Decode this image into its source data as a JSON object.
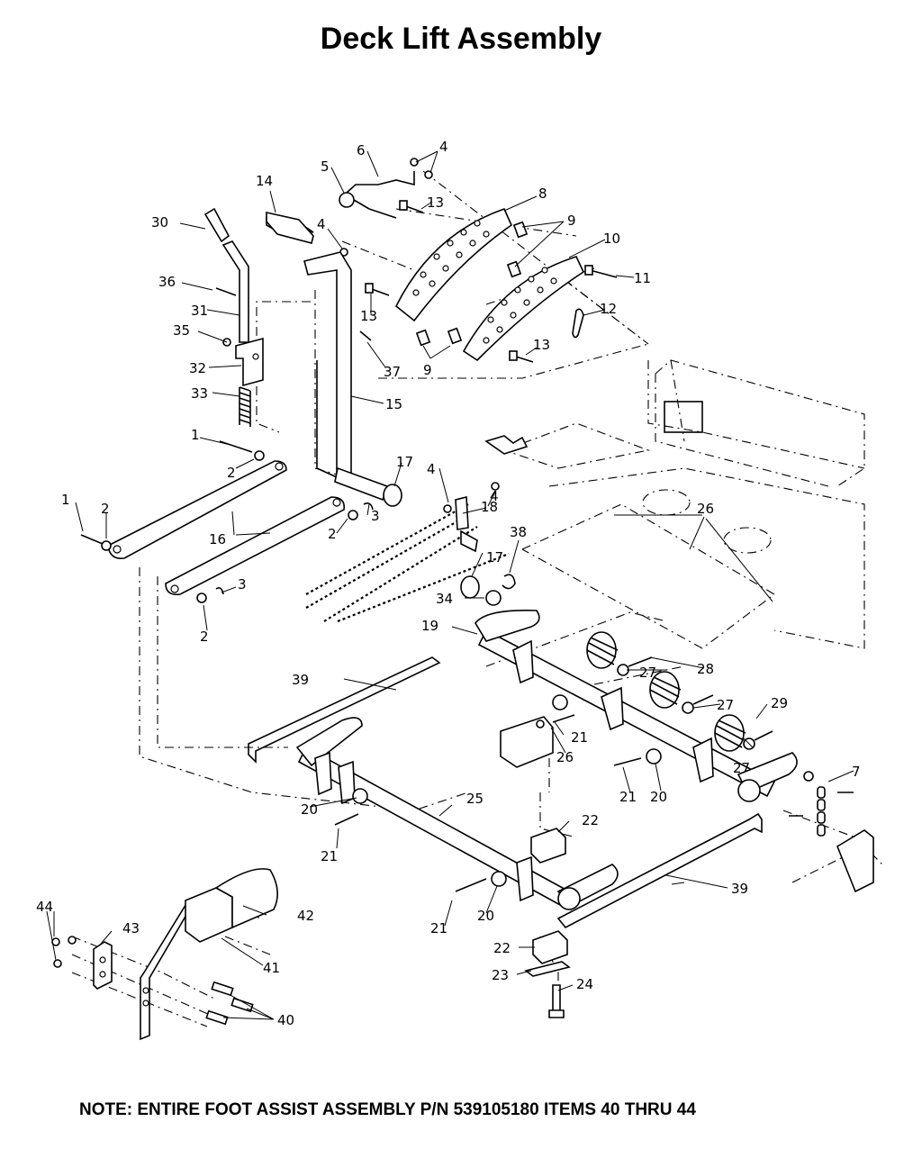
{
  "title": "Deck Lift Assembly",
  "note": "NOTE: ENTIRE FOOT ASSIST ASSEMBLY P/N 539105180 ITEMS 40 THRU 44",
  "callouts": {
    "c1a": "1",
    "c1b": "1",
    "c2a": "2",
    "c2b": "2",
    "c2c": "2",
    "c2d": "2",
    "c3a": "3",
    "c3b": "3",
    "c4a": "4",
    "c4b": "4",
    "c4c": "4",
    "c4d": "4",
    "c5": "5",
    "c6": "6",
    "c7": "7",
    "c8": "8",
    "c9a": "9",
    "c9b": "9",
    "c10": "10",
    "c11": "11",
    "c12": "12",
    "c13a": "13",
    "c13b": "13",
    "c13c": "13",
    "c14": "14",
    "c15": "15",
    "c16": "16",
    "c17a": "17",
    "c17b": "17",
    "c18": "18",
    "c19": "19",
    "c20a": "20",
    "c20b": "20",
    "c20c": "20",
    "c21a": "21",
    "c21b": "21",
    "c21c": "21",
    "c21d": "21",
    "c22a": "22",
    "c22b": "22",
    "c23": "23",
    "c24": "24",
    "c25": "25",
    "c26a": "26",
    "c26b": "26",
    "c27a": "27",
    "c27b": "27",
    "c27c": "27",
    "c28": "28",
    "c29": "29",
    "c30": "30",
    "c31": "31",
    "c32": "32",
    "c33": "33",
    "c34": "34",
    "c35": "35",
    "c36": "36",
    "c37": "37",
    "c38": "38",
    "c39a": "39",
    "c39b": "39",
    "c40": "40",
    "c41": "41",
    "c42": "42",
    "c43": "43",
    "c44": "44"
  }
}
